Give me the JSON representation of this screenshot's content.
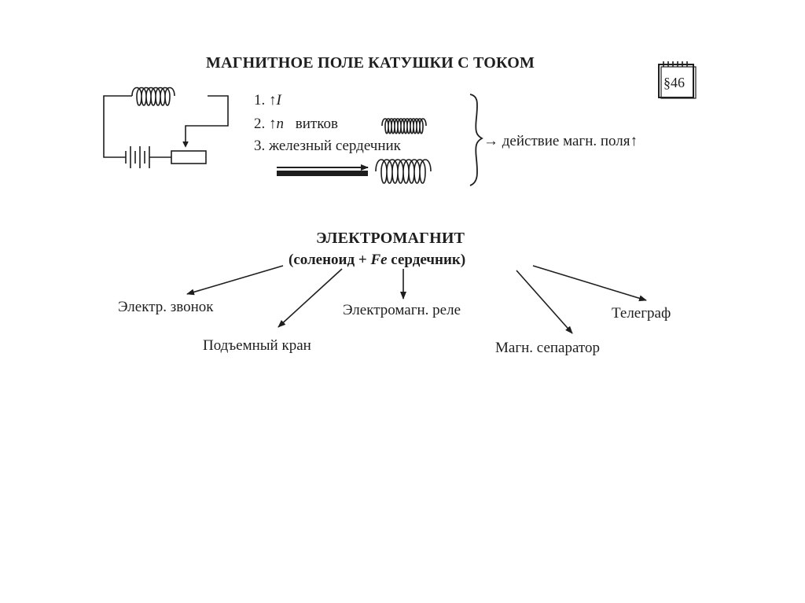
{
  "section1": {
    "title": "МАГНИТНОЕ ПОЛЕ КАТУШКИ С ТОКОМ",
    "paragraph_badge": "§46",
    "factors": [
      {
        "num": "1.",
        "arrow": "↑",
        "text": "I"
      },
      {
        "num": "2.",
        "arrow": "↑",
        "text": "n",
        "suffix": "витков"
      },
      {
        "num": "3.",
        "text": "железный сердечник"
      }
    ],
    "result": "→ действие магн. поля↑"
  },
  "section2": {
    "title": "ЭЛЕКТРОМАГНИТ",
    "subtitle_pre": "(соленоид + ",
    "subtitle_em": "Fe",
    "subtitle_post": " сердечник)",
    "applications": [
      "Электр. звонок",
      "Подъемный кран",
      "Электромагн. реле",
      "Магн. сепаратор",
      "Телеграф"
    ]
  },
  "colors": {
    "ink": "#1e1e1e",
    "background": "#ffffff"
  }
}
